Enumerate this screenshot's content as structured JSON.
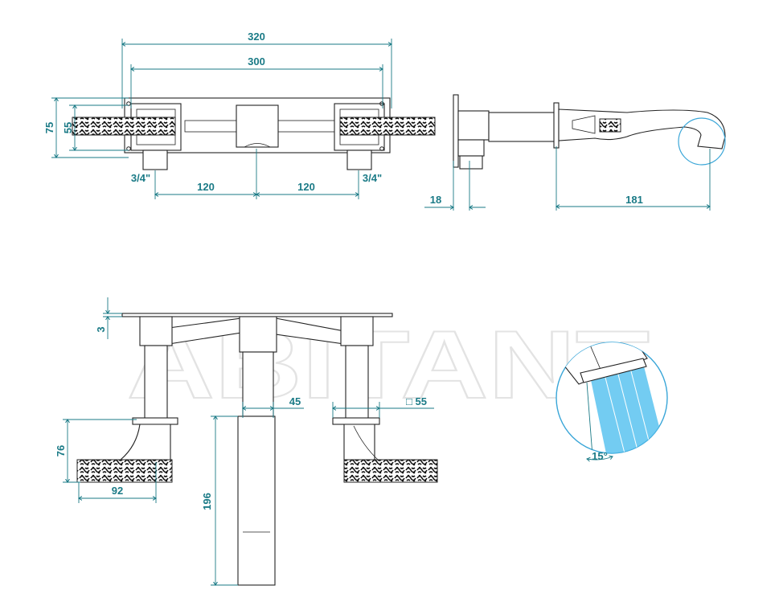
{
  "watermark": "ABITANT",
  "dimensions": {
    "d320": "320",
    "d300": "300",
    "d75": "75",
    "d55": "55",
    "thread_left": "3/4\"",
    "thread_right": "3/4\"",
    "d120_left": "120",
    "d120_right": "120",
    "d18": "18",
    "d181": "181",
    "d3": "3",
    "d45": "45",
    "d55_square": "□ 55",
    "d76": "76",
    "d92": "92",
    "d196": "196",
    "angle15": "15°"
  },
  "colors": {
    "dimension": "#1a7a86",
    "outline": "#222222",
    "water": "#5bc3f0",
    "detail_circle": "#3aa6d8"
  }
}
